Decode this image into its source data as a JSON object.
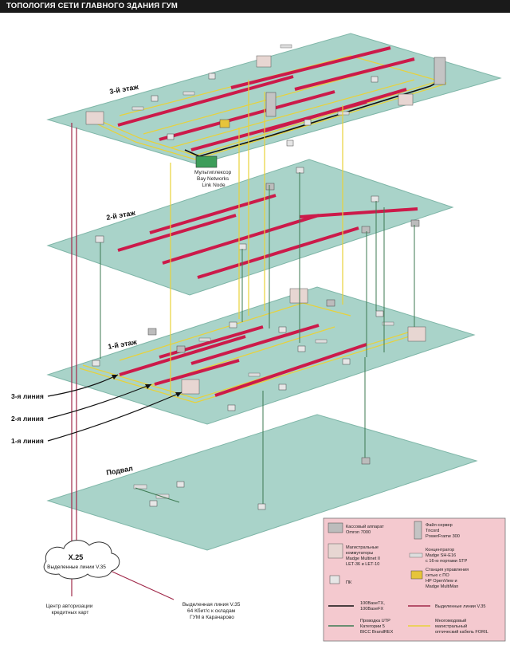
{
  "title": "ТОПОЛОГИЯ СЕТИ ГЛАВНОГО ЗДАНИЯ ГУМ",
  "colors": {
    "floor_fill": "#a9d3c9",
    "floor_stroke": "#7fb6a8",
    "trunk_line": "#cc1a4a",
    "utp_line": "#3d7a52",
    "fiber_line": "#e8d23a",
    "x25_line": "#a0294a",
    "legend_bg": "#f4c9cf"
  },
  "floors": {
    "floor3": "3-й этаж",
    "floor2": "2-й этаж",
    "floor1": "1-й этаж",
    "basement": "Подвал"
  },
  "labels": {
    "multiplexer": [
      "Мультиплексор",
      "Bay Networks",
      "Link Node"
    ],
    "line3": "3-я линия",
    "line2": "2-я линия",
    "line1": "1-я линия",
    "cloud_title": "X.25",
    "cloud_sub": "Выделенные линии V.35",
    "auth_center": [
      "Центр авторизации",
      "кредитных карт"
    ],
    "dedicated_line": [
      "Выделенная линия V.35",
      "64 Кбит/с к складам",
      "ГУМ в Карачарово"
    ]
  },
  "legend": {
    "cash_register": [
      "Кассовый аппарат",
      "Omron 7000"
    ],
    "switches": [
      "Магистральные",
      "коммутаторы",
      "Madge Multinet II",
      "LET-36 и LET-10"
    ],
    "pc": "ПК",
    "fast_ethernet": [
      "100BaseTX,",
      "100BaseFX"
    ],
    "utp": [
      "Проводка UTP",
      "Категории 5",
      "BICC BrandREX"
    ],
    "file_server": [
      "Файл-сервер",
      "Tricord",
      "PowerFrame 300"
    ],
    "concentrator": [
      "Концентратор",
      "Madge SH-E16",
      "с 16-ю портами STP"
    ],
    "mgmt_station": [
      "Станция управления",
      "сетью с ПО",
      "HP OpenView и",
      "Madge MultiMan"
    ],
    "trunk_lines": "Выделенные линии V.35",
    "fiber": [
      "Многомодовый",
      "магистральный",
      "оптический кабель FORIL"
    ]
  }
}
